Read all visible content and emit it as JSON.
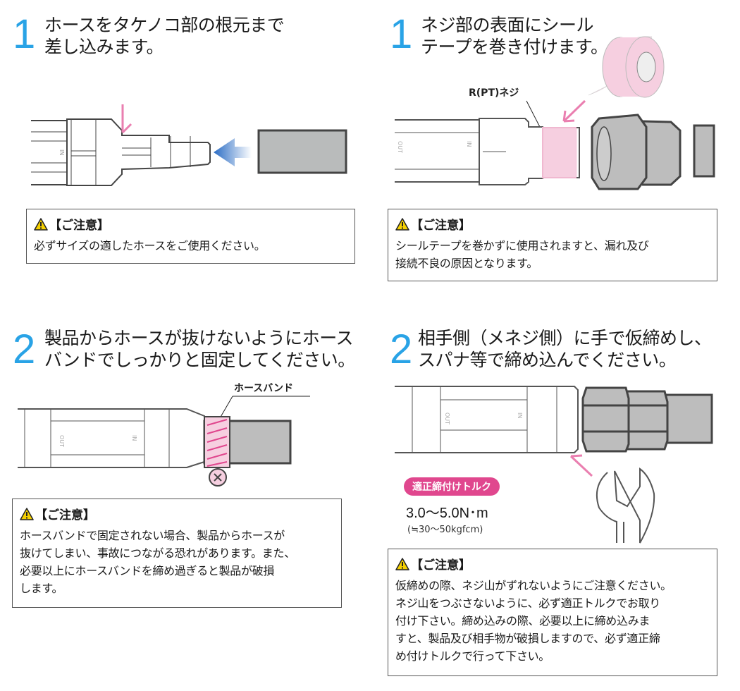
{
  "steps": [
    {
      "number": "1",
      "title": "ホースをタケノコ部の根元まで\n差し込みます。",
      "caution_title": "【ご注意】",
      "caution_text": "必ずサイズの適したホースをご使用ください。"
    },
    {
      "number": "1",
      "title": "ネジ部の表面にシール\nテープを巻き付けます。",
      "label": "R(PT)ネジ",
      "caution_title": "【ご注意】",
      "caution_text": "シールテープを巻かずに使用されますと、漏れ及び\n接続不良の原因となります。"
    },
    {
      "number": "2",
      "title": "製品からホースが抜けないようにホース\nバンドでしっかりと固定してください。",
      "label": "ホースバンド",
      "caution_title": "【ご注意】",
      "caution_text": "ホースバンドで固定されない場合、製品からホースが\n抜けてしまい、事故につながる恐れがあります。また、\n必要以上にホースバンドを締め過ぎると製品が破損\nします。"
    },
    {
      "number": "2",
      "title": "相手側（メネジ側）に手で仮締めし、\nスパナ等で締め込んでください。",
      "torque_label": "適正締付けトルク",
      "torque_value": "3.0〜5.0N･m",
      "torque_alt": "(≒30〜50kgfcm)",
      "caution_title": "【ご注意】",
      "caution_text": "仮締めの際、ネジ山がずれないようにご注意ください。\nネジ山をつぶさないように、必ず適正トルクでお取り\n付け下さい。締め込みの際、必要以上に締め込みま\nすと、製品及び相手物が破損しますので、必ず適正締\nめ付けトルクで行って下さい。"
    }
  ],
  "fitting_marks": {
    "in": "IN",
    "out": "OUT"
  },
  "colors": {
    "number": "#29a3e6",
    "accent_pink": "#e0478e",
    "tape": "#f6cfe0",
    "metal_gray": "#bdbdbd",
    "arrow_blue": "#2a6cc4"
  }
}
